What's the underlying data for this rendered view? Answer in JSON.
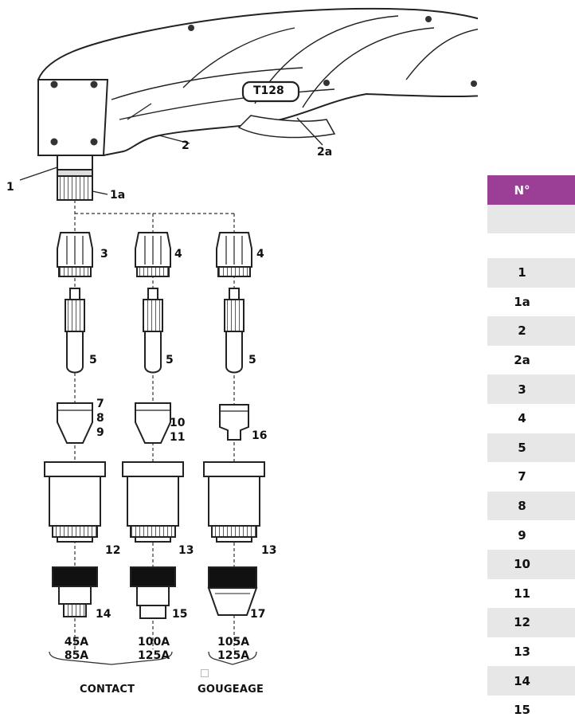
{
  "torch": {
    "model": "T128",
    "callouts": {
      "c1": "1",
      "c1a": "1a",
      "c2": "2",
      "c2a": "2a",
      "c3": "3",
      "c4a": "4",
      "c4b": "4",
      "c5a": "5",
      "c5b": "5",
      "c5c": "5",
      "c7": "7",
      "c8": "8",
      "c9": "9",
      "c10": "10",
      "c11": "11",
      "c16": "16",
      "c12": "12",
      "c13a": "13",
      "c13b": "13",
      "c14": "14",
      "c15": "15",
      "c17": "17"
    }
  },
  "currents": {
    "col1": [
      "45A",
      "85A"
    ],
    "col2": [
      "100A",
      "125A"
    ],
    "col3": [
      "105A",
      "125A"
    ]
  },
  "groups": {
    "contact": "CONTACT",
    "gougeage": "GOUGEAGE"
  },
  "table": {
    "header": "N°",
    "rows": [
      "1",
      "1a",
      "2",
      "2a",
      "3",
      "4",
      "5",
      "7",
      "8",
      "9",
      "10",
      "11",
      "12",
      "13",
      "14",
      "15"
    ]
  },
  "colors": {
    "table_header": "#9a3e96",
    "row_shade": "#e7e7e7"
  }
}
